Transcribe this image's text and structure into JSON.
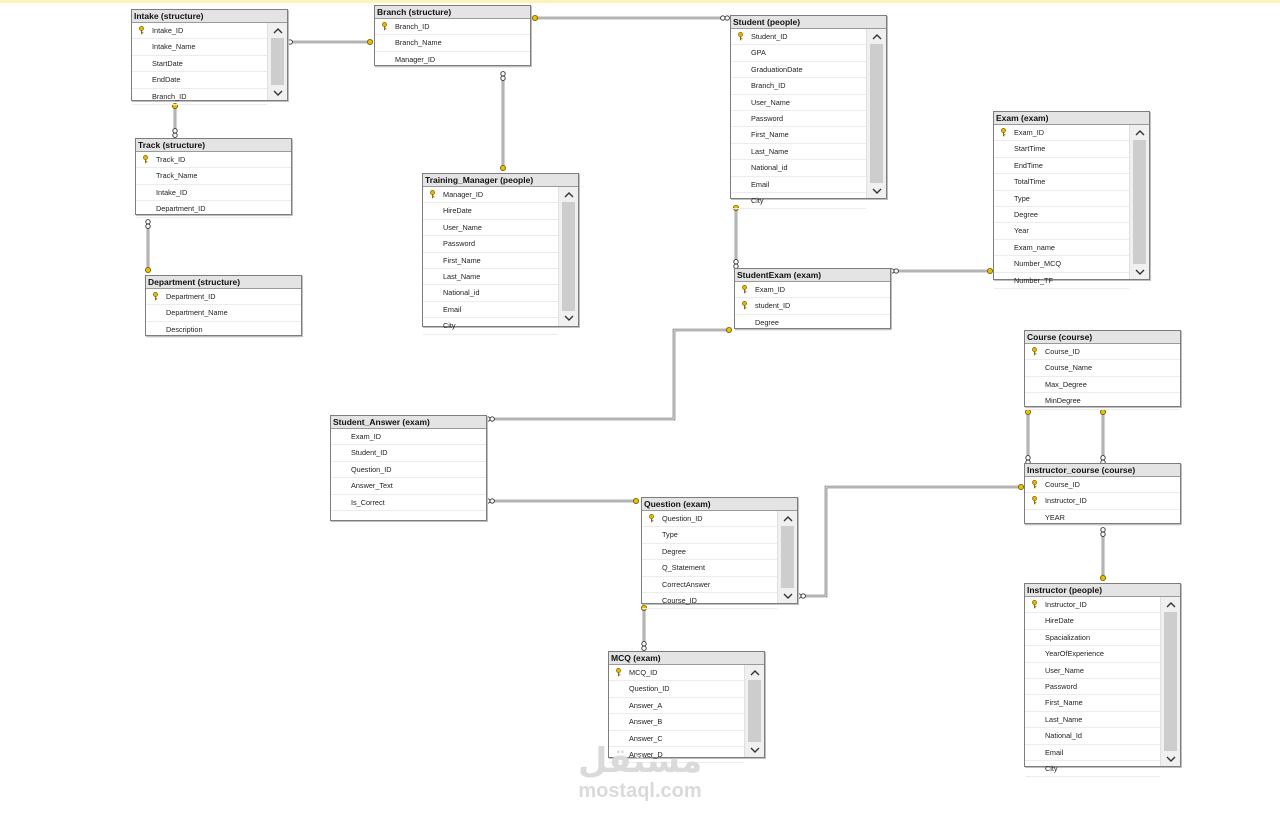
{
  "tables": [
    {
      "id": "intake",
      "title": "Intake (structure)",
      "columns": [
        {
          "name": "Intake_ID",
          "pk": true
        },
        {
          "name": "Intake_Name"
        },
        {
          "name": "StartDate"
        },
        {
          "name": "EndDate"
        },
        {
          "name": "Branch_ID"
        }
      ],
      "scrollbar": true
    },
    {
      "id": "branch",
      "title": "Branch (structure)",
      "columns": [
        {
          "name": "Branch_ID",
          "pk": true
        },
        {
          "name": "Branch_Name"
        },
        {
          "name": "Manager_ID"
        }
      ],
      "scrollbar": false
    },
    {
      "id": "student",
      "title": "Student (people)",
      "columns": [
        {
          "name": "Student_ID",
          "pk": true
        },
        {
          "name": "GPA"
        },
        {
          "name": "GraduationDate"
        },
        {
          "name": "Branch_ID"
        },
        {
          "name": "User_Name"
        },
        {
          "name": "Password"
        },
        {
          "name": "First_Name"
        },
        {
          "name": "Last_Name"
        },
        {
          "name": "National_id"
        },
        {
          "name": "Email"
        },
        {
          "name": "City"
        }
      ],
      "scrollbar": true
    },
    {
      "id": "exam",
      "title": "Exam (exam)",
      "columns": [
        {
          "name": "Exam_ID",
          "pk": true
        },
        {
          "name": "StartTime"
        },
        {
          "name": "EndTime"
        },
        {
          "name": "TotalTime"
        },
        {
          "name": "Type"
        },
        {
          "name": "Degree"
        },
        {
          "name": "Year"
        },
        {
          "name": "Exam_name"
        },
        {
          "name": "Number_MCQ"
        },
        {
          "name": "Number_TF"
        }
      ],
      "scrollbar": true
    },
    {
      "id": "track",
      "title": "Track (structure)",
      "columns": [
        {
          "name": "Track_ID",
          "pk": true
        },
        {
          "name": "Track_Name"
        },
        {
          "name": "Intake_ID"
        },
        {
          "name": "Department_ID"
        }
      ],
      "scrollbar": false
    },
    {
      "id": "training_manager",
      "title": "Training_Manager (people)",
      "columns": [
        {
          "name": "Manager_ID",
          "pk": true
        },
        {
          "name": "HireDate"
        },
        {
          "name": "User_Name"
        },
        {
          "name": "Password"
        },
        {
          "name": "First_Name"
        },
        {
          "name": "Last_Name"
        },
        {
          "name": "National_id"
        },
        {
          "name": "Email"
        },
        {
          "name": "City"
        }
      ],
      "scrollbar": true
    },
    {
      "id": "department",
      "title": "Department (structure)",
      "columns": [
        {
          "name": "Department_ID",
          "pk": true
        },
        {
          "name": "Department_Name"
        },
        {
          "name": "Description"
        }
      ],
      "scrollbar": false
    },
    {
      "id": "student_exam",
      "title": "StudentExam (exam)",
      "columns": [
        {
          "name": "Exam_ID",
          "pk": true
        },
        {
          "name": "student_ID",
          "pk": true
        },
        {
          "name": "Degree"
        }
      ],
      "scrollbar": false
    },
    {
      "id": "course",
      "title": "Course (course)",
      "columns": [
        {
          "name": "Course_ID",
          "pk": true
        },
        {
          "name": "Course_Name"
        },
        {
          "name": "Max_Degree"
        },
        {
          "name": "MinDegree"
        }
      ],
      "scrollbar": false
    },
    {
      "id": "student_answer",
      "title": "Student_Answer (exam)",
      "columns": [
        {
          "name": "Exam_ID"
        },
        {
          "name": "Student_ID"
        },
        {
          "name": "Question_ID"
        },
        {
          "name": "Answer_Text"
        },
        {
          "name": "Is_Correct"
        }
      ],
      "scrollbar": false
    },
    {
      "id": "question",
      "title": "Question (exam)",
      "columns": [
        {
          "name": "Question_ID",
          "pk": true
        },
        {
          "name": "Type"
        },
        {
          "name": "Degree"
        },
        {
          "name": "Q_Statement"
        },
        {
          "name": "CorrectAnswer"
        },
        {
          "name": "Course_ID"
        }
      ],
      "scrollbar": true
    },
    {
      "id": "instructor_course",
      "title": "Instructor_course (course)",
      "columns": [
        {
          "name": "Course_ID",
          "pk": true
        },
        {
          "name": "Instructor_ID",
          "pk": true
        },
        {
          "name": "YEAR"
        }
      ],
      "scrollbar": false
    },
    {
      "id": "instructor",
      "title": "Instructor (people)",
      "columns": [
        {
          "name": "Instructor_ID",
          "pk": true
        },
        {
          "name": "HireDate"
        },
        {
          "name": "Spacialization"
        },
        {
          "name": "YearOfExperience"
        },
        {
          "name": "User_Name"
        },
        {
          "name": "Password"
        },
        {
          "name": "First_Name"
        },
        {
          "name": "Last_Name"
        },
        {
          "name": "National_Id"
        },
        {
          "name": "Email"
        },
        {
          "name": "City"
        }
      ],
      "scrollbar": true
    },
    {
      "id": "mcq",
      "title": "MCQ (exam)",
      "columns": [
        {
          "name": "MCQ_ID",
          "pk": true
        },
        {
          "name": "Question_ID"
        },
        {
          "name": "Answer_A"
        },
        {
          "name": "Answer_B"
        },
        {
          "name": "Answer_C"
        },
        {
          "name": "Answer_D"
        }
      ],
      "scrollbar": true
    }
  ],
  "relationships": [
    {
      "from": "intake",
      "to": "branch"
    },
    {
      "from": "student",
      "to": "branch"
    },
    {
      "from": "branch",
      "to": "training_manager"
    },
    {
      "from": "track",
      "to": "intake"
    },
    {
      "from": "track",
      "to": "department"
    },
    {
      "from": "student_exam",
      "to": "student"
    },
    {
      "from": "student_exam",
      "to": "exam"
    },
    {
      "from": "student_answer",
      "to": "student_exam"
    },
    {
      "from": "student_answer",
      "to": "question"
    },
    {
      "from": "question",
      "to": "instructor_course"
    },
    {
      "from": "mcq",
      "to": "question"
    },
    {
      "from": "instructor_course",
      "to": "course"
    },
    {
      "from": "instructor_course",
      "to": "instructor"
    }
  ],
  "watermark": {
    "arabic": "مستقل",
    "latin": "mostaql.com"
  }
}
